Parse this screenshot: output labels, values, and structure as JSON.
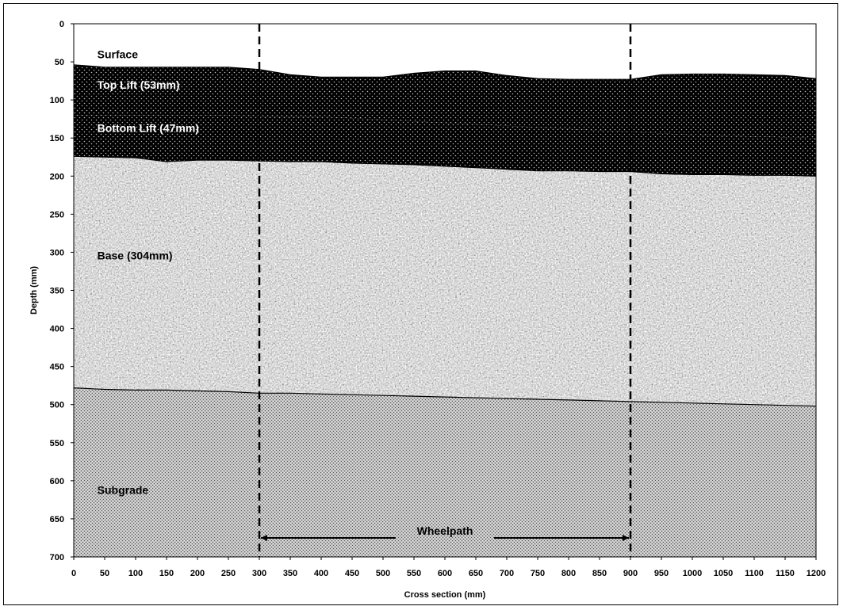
{
  "chart_data": {
    "type": "area",
    "title": "",
    "xlabel": "Cross section (mm)",
    "ylabel": "Depth (mm)",
    "xlim": [
      0,
      1200
    ],
    "ylim": [
      0,
      700
    ],
    "y_inverted": true,
    "x_ticks": [
      "0",
      "50",
      "100",
      "150",
      "200",
      "250",
      "300",
      "350",
      "400",
      "450",
      "500",
      "550",
      "600",
      "650",
      "700",
      "750",
      "800",
      "850",
      "900",
      "950",
      "1000",
      "1050",
      "1100",
      "1150",
      "1200"
    ],
    "y_ticks": [
      "0",
      "50",
      "100",
      "150",
      "200",
      "250",
      "300",
      "350",
      "400",
      "450",
      "500",
      "550",
      "600",
      "650",
      "700"
    ],
    "x": [
      0,
      50,
      100,
      150,
      200,
      250,
      300,
      350,
      400,
      450,
      500,
      550,
      600,
      650,
      700,
      750,
      800,
      850,
      900,
      950,
      1000,
      1050,
      1100,
      1150,
      1200
    ],
    "series": [
      {
        "name": "Surface",
        "values": [
          54,
          57,
          57,
          57,
          57,
          57,
          60,
          67,
          70,
          70,
          70,
          65,
          62,
          62,
          68,
          72,
          73,
          73,
          73,
          67,
          66,
          66,
          67,
          68,
          72
        ]
      },
      {
        "name": "Top Lift (53mm)",
        "values": [
          120,
          120,
          120,
          120,
          120,
          120,
          122,
          122,
          122,
          124,
          126,
          128,
          130,
          132,
          134,
          136,
          138,
          140,
          142,
          144,
          146,
          147,
          148,
          149,
          150
        ]
      },
      {
        "name": "Bottom Lift (47mm)",
        "values": [
          174,
          175,
          176,
          181,
          179,
          179,
          180,
          181,
          181,
          183,
          184,
          185,
          187,
          189,
          191,
          193,
          193,
          194,
          194,
          197,
          198,
          198,
          199,
          199,
          200
        ]
      },
      {
        "name": "Base (304mm)",
        "values": [
          478,
          480,
          481,
          481,
          482,
          483,
          485,
          485,
          486,
          487,
          488,
          489,
          490,
          491,
          492,
          493,
          494,
          495,
          496,
          497,
          498,
          499,
          500,
          501,
          502
        ]
      },
      {
        "name": "Subgrade",
        "values": [
          700,
          700,
          700,
          700,
          700,
          700,
          700,
          700,
          700,
          700,
          700,
          700,
          700,
          700,
          700,
          700,
          700,
          700,
          700,
          700,
          700,
          700,
          700,
          700,
          700
        ]
      }
    ],
    "layer_labels": [
      {
        "text": "Surface",
        "x": 38,
        "y": 40,
        "color": "#000000"
      },
      {
        "text": "Top Lift (53mm)",
        "x": 38,
        "y": 80,
        "color": "#ffffff"
      },
      {
        "text": "Bottom Lift (47mm)",
        "x": 38,
        "y": 137,
        "color": "#ffffff"
      },
      {
        "text": "Base (304mm)",
        "x": 38,
        "y": 304,
        "color": "#000000"
      },
      {
        "text": "Subgrade",
        "x": 38,
        "y": 612,
        "color": "#000000"
      }
    ],
    "wheelpath": {
      "label": "Wheelpath",
      "x_start": 300,
      "x_end": 900,
      "depth": 675
    },
    "vertical_lines": [
      300,
      900
    ],
    "grid": false,
    "legend": "none"
  }
}
